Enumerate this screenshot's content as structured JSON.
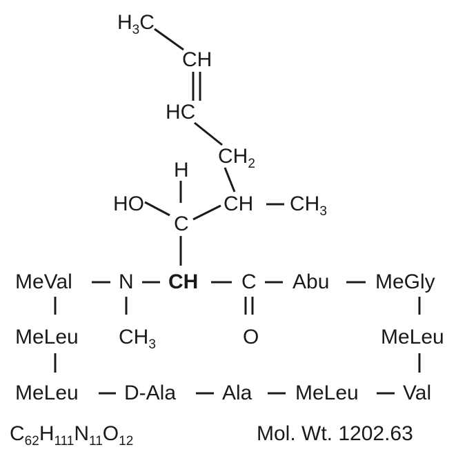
{
  "molecule": {
    "side_chain": {
      "methyl_top": {
        "main": "H",
        "sub": "3",
        "tail": "C"
      },
      "ch_upper": "CH",
      "hc_lower": "HC",
      "ch2": {
        "main": "CH",
        "sub": "2"
      },
      "h_top": "H",
      "ho": "HO",
      "c_center": "C",
      "ch_branch": "CH",
      "ch3_branch": {
        "main": "CH",
        "sub": "3"
      }
    },
    "ring": {
      "meval": "MeVal",
      "n": "N",
      "ch_main": "CH",
      "c_carbonyl": "C",
      "abu": "Abu",
      "megly": "MeGly",
      "meleu_left_upper": "MeLeu",
      "ch3_n": {
        "main": "CH",
        "sub": "3"
      },
      "o": "O",
      "meleu_right_upper": "MeLeu",
      "meleu_left_lower": "MeLeu",
      "d_ala": "D-Ala",
      "ala": "Ala",
      "meleu_bottom": "MeLeu",
      "val": "Val"
    }
  },
  "formula": {
    "parts": [
      {
        "el": "C",
        "n": "62"
      },
      {
        "el": "H",
        "n": "111"
      },
      {
        "el": "N",
        "n": "11"
      },
      {
        "el": "O",
        "n": "12"
      }
    ]
  },
  "mol_weight": "Mol. Wt. 1202.63"
}
